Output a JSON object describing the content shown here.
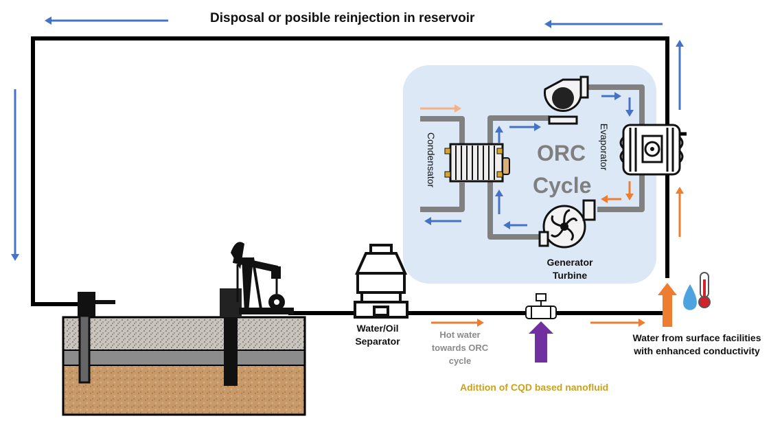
{
  "title": "Disposal or posible reinjection in reservoir",
  "orc": {
    "line1": "ORC",
    "line2": "Cycle"
  },
  "components": {
    "condensator": "Condensator",
    "evaporator": "Evaporator",
    "generator_line1": "Generator",
    "generator_line2": "Turbine",
    "separator_line1": "Water/Oil",
    "separator_line2": "Separator"
  },
  "notes": {
    "hot_water_line1": "Hot water",
    "hot_water_line2": "towards ORC",
    "hot_water_line3": "cycle",
    "surface_line1": "Water from surface facilities",
    "surface_line2": "with enhanced conductivity",
    "nanofluid": "Adittion of  CQD based nanofluid"
  },
  "icons": [
    "pump-jack-icon",
    "wellhead-icon",
    "separator-icon",
    "valve-icon",
    "pump-icon",
    "turbine-icon",
    "evaporator-icon",
    "condensator-icon",
    "water-drop-icon",
    "thermometer-icon"
  ],
  "colors": {
    "pipe": "#000000",
    "orc_pipe": "#808080",
    "orc_panel": "#dce8f5",
    "flow_blue": "#4472c4",
    "flow_orange": "#ed7d31",
    "flow_light_orange": "#f4b183",
    "nanofluid_arrow": "#7030a0",
    "nanofluid_text": "#c9a21a",
    "note_gray": "#8a8a8a"
  }
}
